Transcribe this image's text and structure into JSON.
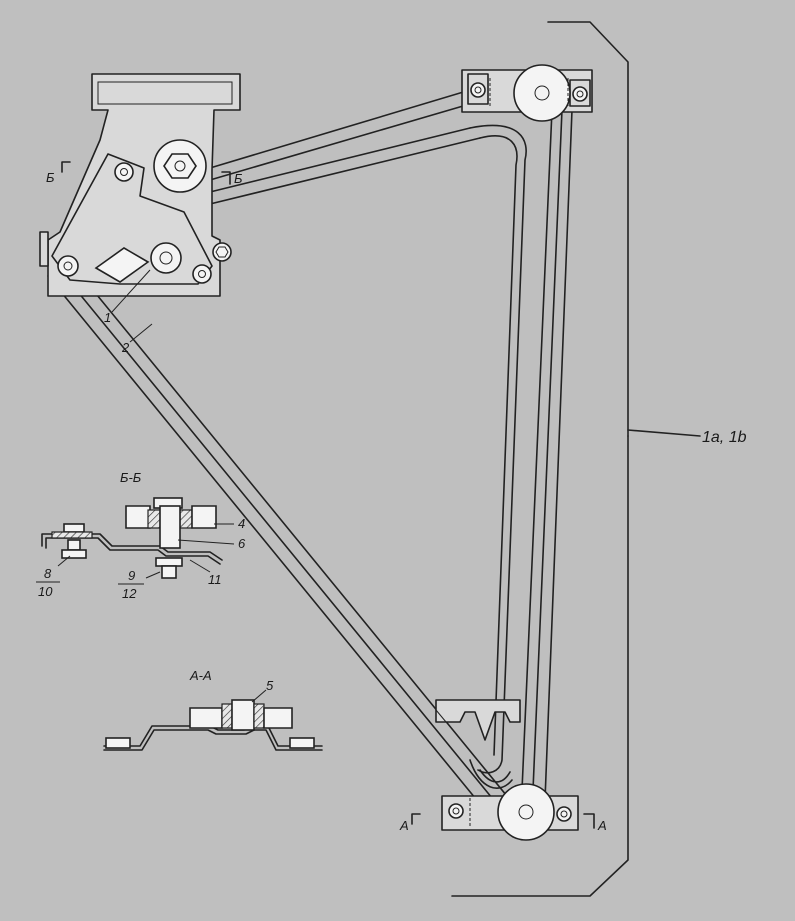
{
  "labels": {
    "item_1": "1",
    "item_2": "2",
    "item_4": "4",
    "item_5": "5",
    "item_6": "6",
    "item_8": "8",
    "item_9": "9",
    "item_10": "10",
    "item_11": "11",
    "item_12": "12",
    "assembly": "1a, 1b",
    "section_bb": "Б-Б",
    "section_aa": "А-А",
    "cut_b_left": "Б",
    "cut_b_right": "Б",
    "cut_a_left": "А",
    "cut_a_right": "А"
  }
}
